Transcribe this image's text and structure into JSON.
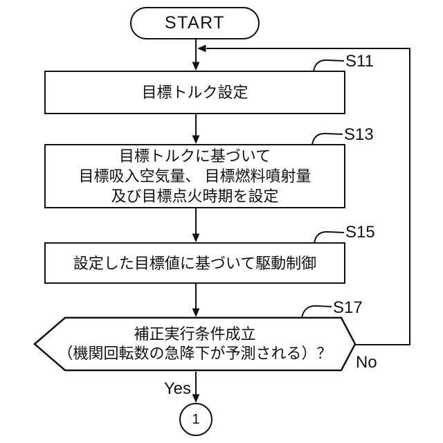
{
  "flowchart": {
    "start_label": "START",
    "steps": [
      {
        "id": "S11",
        "shape": "process",
        "text_lines": [
          "目標トルク設定"
        ]
      },
      {
        "id": "S13",
        "shape": "process",
        "text_lines": [
          "目標トルクに基づいて",
          "目標吸入空気量、 目標燃料噴射量",
          "及び目標点火時期を設定"
        ]
      },
      {
        "id": "S15",
        "shape": "process",
        "text_lines": [
          "設定した目標値に基づいて駆動制御"
        ]
      },
      {
        "id": "S17",
        "shape": "decision",
        "text_lines": [
          "補正実行条件成立",
          "（機関回転数の急降下が予測される）？"
        ]
      }
    ],
    "branch_labels": {
      "yes": "Yes",
      "no": "No"
    },
    "connector_label": "1",
    "colors": {
      "line": "#111111",
      "background": "#ffffff"
    }
  }
}
